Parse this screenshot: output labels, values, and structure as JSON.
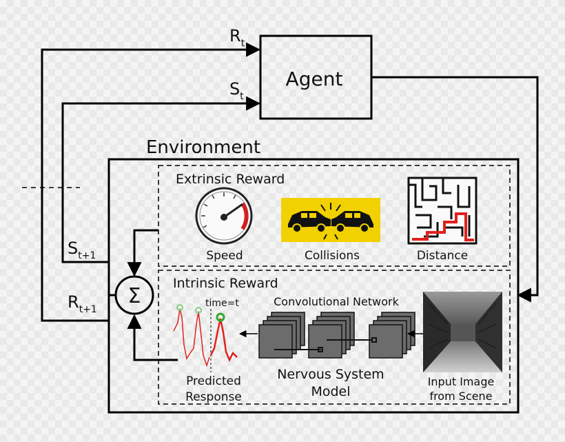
{
  "agent": {
    "label": "Agent"
  },
  "environment": {
    "label": "Environment"
  },
  "signals": {
    "r_t": {
      "main": "R",
      "sub": "t"
    },
    "s_t": {
      "main": "S",
      "sub": "t"
    },
    "s_t1": {
      "main": "S",
      "sub": "t+1"
    },
    "r_t1": {
      "main": "R",
      "sub": "t+1"
    }
  },
  "extrinsic": {
    "title": "Extrinsic Reward",
    "speed": "Speed",
    "collisions": "Collisions",
    "distance": "Distance"
  },
  "intrinsic": {
    "title": "Intrinsic Reward",
    "sum_symbol": "Σ",
    "time_label": "time=t",
    "conv_net": "Convolutional Network",
    "nervous_line1": "Nervous System",
    "nervous_line2": "Model",
    "predicted_line1": "Predicted",
    "predicted_line2": "Response",
    "input_line1": "Input Image",
    "input_line2": "from Scene"
  },
  "icons": [
    "speedometer-icon",
    "car-crash-icon",
    "maze-icon",
    "neural-response-plot",
    "feature-map-stack",
    "scene-image"
  ],
  "colors": {
    "stroke": "#000000",
    "crash_bg": "#f2d100",
    "response": "#e0201c",
    "peak_marker": "#7ed07e",
    "peak_marker_current": "#2eaa2e"
  }
}
